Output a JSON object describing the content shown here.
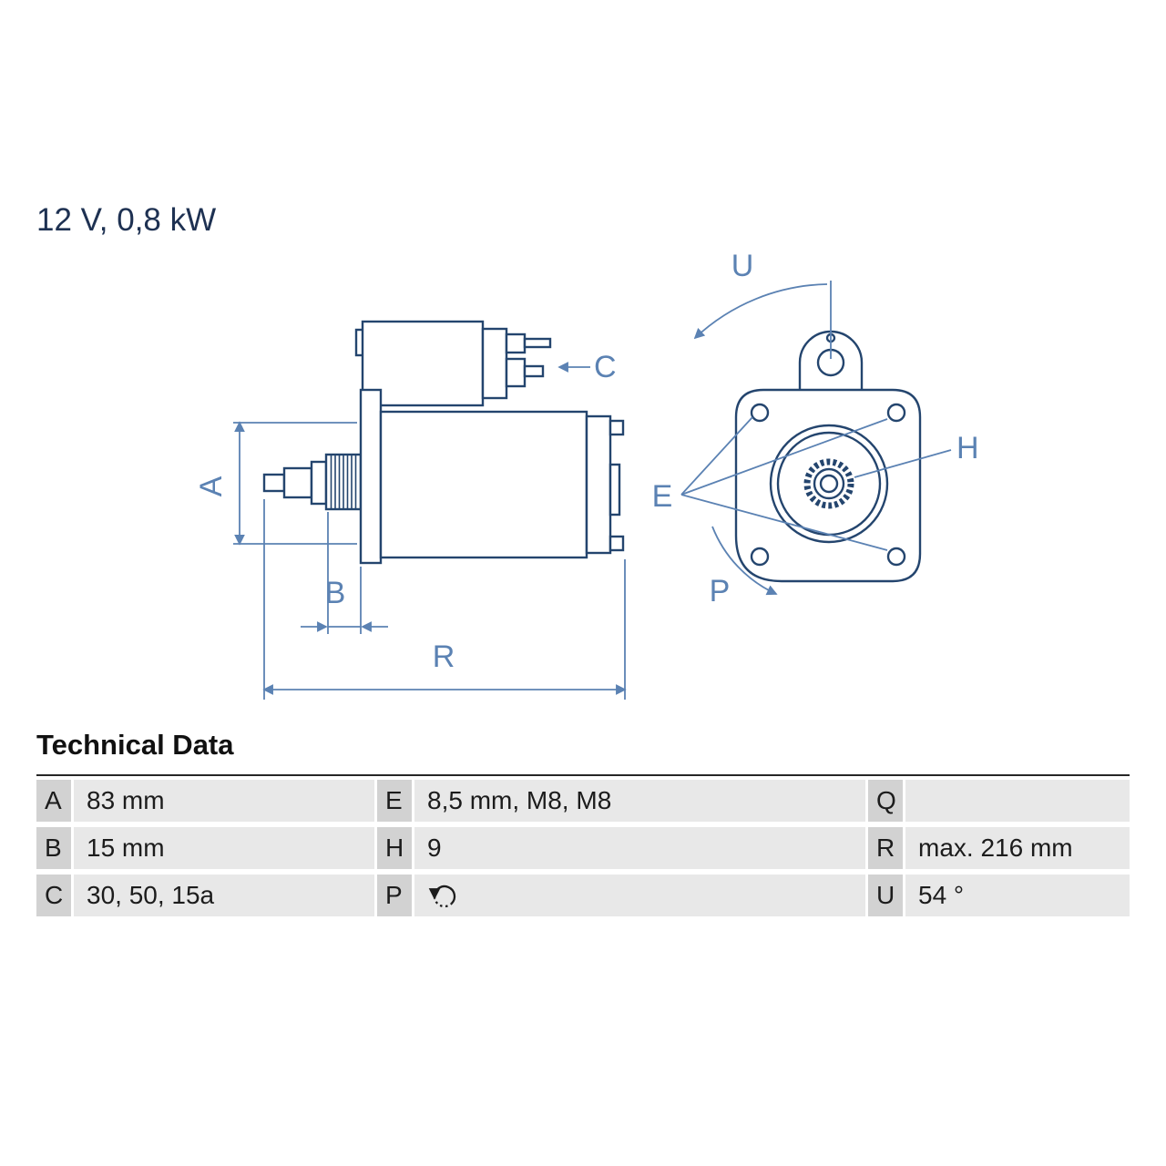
{
  "title": "12 V, 0,8 kW",
  "drawing": {
    "dim_labels": {
      "A": "A",
      "B": "B",
      "C": "C",
      "R": "R",
      "U": "U",
      "H": "H",
      "E": "E",
      "P": "P"
    }
  },
  "table": {
    "heading": "Technical Data",
    "rows": [
      {
        "cells": [
          {
            "key": "A",
            "value": "83 mm"
          },
          {
            "key": "E",
            "value": "8,5 mm, M8, M8"
          },
          {
            "key": "Q",
            "value": ""
          }
        ]
      },
      {
        "cells": [
          {
            "key": "B",
            "value": "15 mm"
          },
          {
            "key": "H",
            "value": "9"
          },
          {
            "key": "R",
            "value": "max. 216 mm"
          }
        ]
      },
      {
        "cells": [
          {
            "key": "C",
            "value": "30, 50, 15a"
          },
          {
            "key": "P",
            "value": "",
            "icon": "rotation-ccw-icon"
          },
          {
            "key": "U",
            "value": "54 °"
          }
        ]
      }
    ]
  },
  "colors": {
    "outline": "#24456e",
    "dimension": "#5b82b3",
    "title_text": "#1e3152",
    "table_key_bg": "#d2d2d2",
    "table_value_bg": "#e8e8e8"
  }
}
